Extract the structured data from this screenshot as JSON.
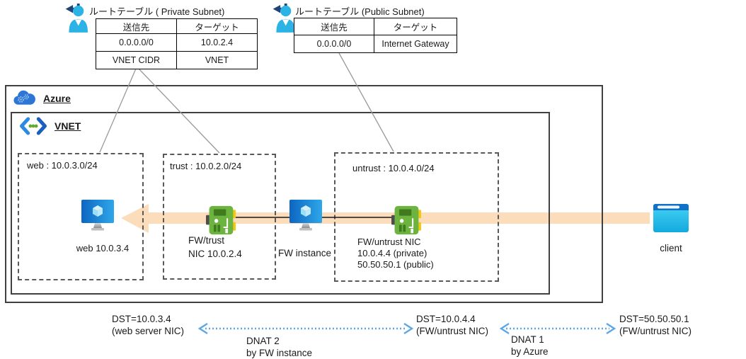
{
  "route_table_private": {
    "title": "ルートテーブル ( Private Subnet)",
    "headers": [
      "送信先",
      "ターゲット"
    ],
    "rows": [
      [
        "0.0.0.0/0",
        "10.0.2.4"
      ],
      [
        "VNET CIDR",
        "VNET"
      ]
    ]
  },
  "route_table_public": {
    "title": "ルートテーブル (Public Subnet)",
    "headers": [
      "送信先",
      "ターゲット"
    ],
    "rows": [
      [
        "0.0.0.0/0",
        "Internet Gateway"
      ]
    ]
  },
  "azure": {
    "label": "Azure"
  },
  "vnet": {
    "label": "VNET"
  },
  "subnets": {
    "web": {
      "label": "web : 10.0.3.0/24",
      "vm_label": "web 10.0.3.4"
    },
    "trust": {
      "label": "trust : 10.0.2.0/24",
      "nic_line1": "FW/trust",
      "nic_line2": "NIC 10.0.2.4"
    },
    "untrust": {
      "label": "untrust : 10.0.4.0/24",
      "nic_line1": "FW/untrust NIC",
      "nic_line2": "10.0.4.4 (private)",
      "nic_line3": "50.50.50.1 (public)"
    }
  },
  "fw_instance": {
    "label": "FW instance"
  },
  "client": {
    "label": "client"
  },
  "annotations": {
    "dst_web": {
      "line1": "DST=10.0.3.4",
      "line2": "(web server NIC)"
    },
    "dnat2": {
      "line1": "DNAT 2",
      "line2": "by FW instance"
    },
    "dst_fw_private": {
      "line1": "DST=10.0.4.4",
      "line2": "(FW/untrust NIC)"
    },
    "dnat1": {
      "line1": "DNAT 1",
      "line2": "by Azure"
    },
    "dst_fw_public": {
      "line1": "DST=50.50.50.1",
      "line2": "(FW/untrust NIC)"
    }
  },
  "icons": {
    "route_table_user": "user-with-arrow-icon",
    "azure": "azure-cloud-gears-icon",
    "vnet": "vnet-chevrons-icon",
    "vm": "azure-vm-monitor-cube-icon",
    "nic": "network-interface-card-icon",
    "client": "browser-window-icon"
  },
  "colors": {
    "flow_band": "#FBDCBB",
    "dnat_arrow": "#5CA7E8",
    "frame_border": "#404040",
    "subnet_border": "#595959",
    "connector_line": "#999999",
    "nic_green": "#6CB33F",
    "nic_yellow": "#F2C811",
    "vm_blue": "#1580D8",
    "person_cyan": "#2BB3E6",
    "client_bar_blue": "#0F72C8"
  }
}
